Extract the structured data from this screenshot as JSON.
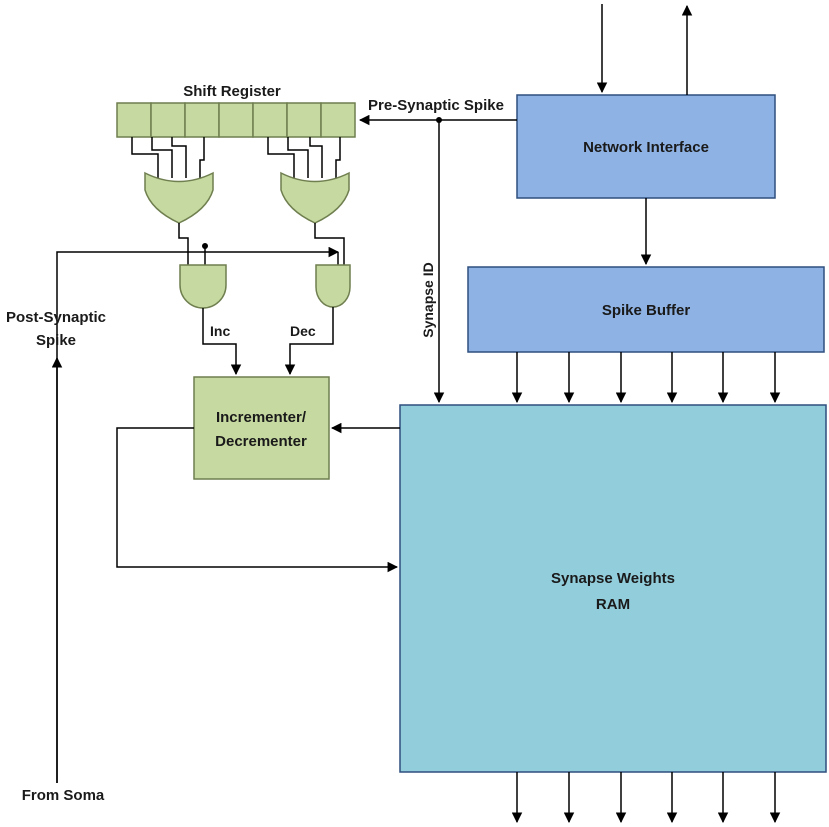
{
  "labels": {
    "shift_register": "Shift Register",
    "pre_synaptic_spike": "Pre-Synaptic Spike",
    "network_interface": "Network Interface",
    "spike_buffer": "Spike Buffer",
    "synapse_id": "Synapse ID",
    "post_synaptic_line1": "Post-Synaptic",
    "post_synaptic_line2": "Spike",
    "inc": "Inc",
    "dec": "Dec",
    "incdec_line1": "Incrementer/",
    "incdec_line2": "Decrementer",
    "ram_line1": "Synapse Weights",
    "ram_line2": "RAM",
    "from_soma": "From Soma"
  },
  "colors": {
    "green_fill": "#c6d9a0",
    "green_stroke": "#6f7f4f",
    "blue_fill": "#8eb2e3",
    "blue_stroke": "#2f4f7f",
    "ram_fill": "#92cddc",
    "ram_stroke": "#2f4f7f",
    "wire": "#000000"
  }
}
